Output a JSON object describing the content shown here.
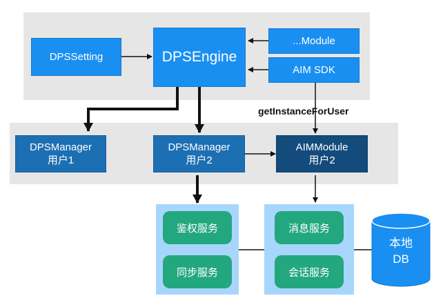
{
  "engine_area": {
    "setting": "DPSSetting",
    "engine": "DPSEngine",
    "module": "...Module",
    "aim_sdk": "AIM SDK"
  },
  "call_label": "getInstanceForUser",
  "manager_area": {
    "manager1": {
      "name": "DPSManager",
      "user": "用户1"
    },
    "manager2": {
      "name": "DPSManager",
      "user": "用户2"
    },
    "aim_module": {
      "name": "AIMModule",
      "user": "用户2"
    }
  },
  "services_left": [
    "鉴权服务",
    "同步服务"
  ],
  "services_right": [
    "消息服务",
    "会话服务"
  ],
  "database": {
    "line1": "本地",
    "line2": "DB"
  }
}
